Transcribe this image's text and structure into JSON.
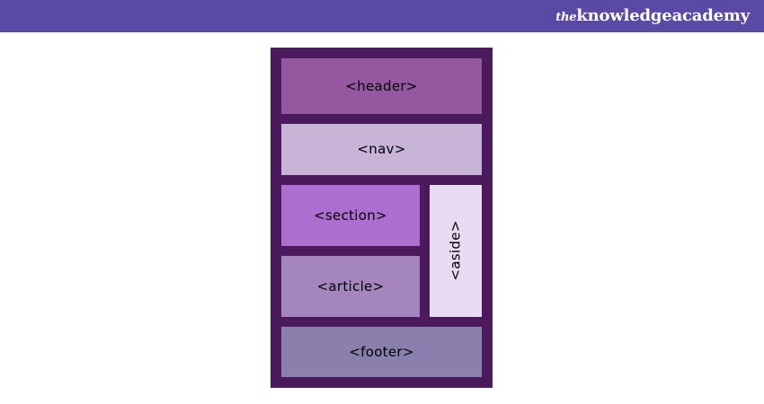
{
  "banner": {
    "logo": {
      "prefix": "the",
      "word_one": "knowledge",
      "word_two": "academy"
    },
    "background_color": "#5b4aa5"
  },
  "diagram": {
    "name": "html5-semantic-layout",
    "container_color": "#4a1a5c",
    "page_background": "#ffffff",
    "boxes": [
      {
        "label": "<header>",
        "color": "#9558a0",
        "orientation": "horizontal"
      },
      {
        "label": "<nav>",
        "color": "#c7b3d6",
        "orientation": "horizontal"
      },
      {
        "label": "<section>",
        "color": "#ac6fd0",
        "orientation": "horizontal"
      },
      {
        "label": "<article>",
        "color": "#a485bd",
        "orientation": "horizontal"
      },
      {
        "label": "<aside>",
        "color": "#e8daf0",
        "orientation": "vertical"
      },
      {
        "label": "<footer>",
        "color": "#8b7fad",
        "orientation": "horizontal"
      }
    ]
  }
}
